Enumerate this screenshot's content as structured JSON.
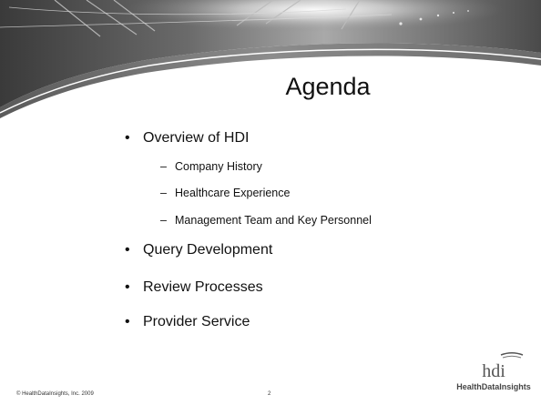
{
  "slide": {
    "title": "Agenda",
    "footer_copyright": "© HealthDataInsights, Inc. 2009",
    "page_number": "2",
    "bullet_glyph": "•",
    "sub_glyph": "–",
    "items": [
      {
        "label": "Overview of HDI"
      },
      {
        "label": "Company History"
      },
      {
        "label": "Healthcare Experience"
      },
      {
        "label": "Management Team and Key Personnel"
      },
      {
        "label": "Query Development"
      },
      {
        "label": "Review Processes"
      },
      {
        "label": "Provider Service"
      }
    ]
  },
  "logo": {
    "mark": "hdi",
    "name": "HealthDataInsights"
  }
}
